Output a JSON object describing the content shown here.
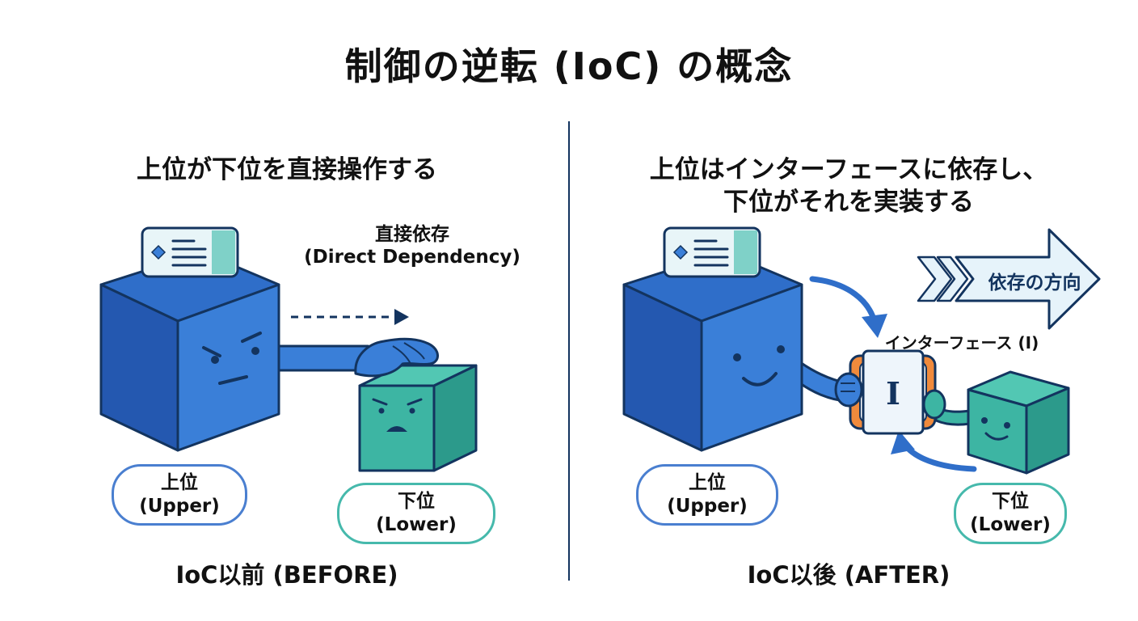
{
  "title": "制御の逆転 (IoC) の概念",
  "before": {
    "heading": "上位が下位を直接操作する",
    "dependency_label": "直接依存",
    "dependency_label_en": "(Direct Dependency)",
    "upper_label": "上位",
    "upper_label_en": "(Upper)",
    "lower_label": "下位",
    "lower_label_en": "(Lower)",
    "caption": "IoC以前 (BEFORE)"
  },
  "after": {
    "heading_line1": "上位はインターフェースに依存し、",
    "heading_line2": "下位がそれを実装する",
    "direction_label": "依存の方向",
    "interface_label": "インターフェース (I)",
    "interface_letter": "I",
    "upper_label": "上位",
    "upper_label_en": "(Upper)",
    "lower_label": "下位",
    "lower_label_en": "(Lower)",
    "caption": "IoC以後 (AFTER)"
  },
  "colors": {
    "upper_front": "#3a7fd8",
    "upper_top": "#2f6ec9",
    "upper_side": "#2458b0",
    "lower_front": "#3db5a3",
    "lower_top": "#52c7b3",
    "lower_side": "#2c9a8b",
    "outline": "#13345f",
    "interface_accent": "#f08a3c",
    "pill_upper": "#4a7fd0",
    "pill_lower": "#46b9ac",
    "arrow_fill": "#e6f3fa"
  }
}
